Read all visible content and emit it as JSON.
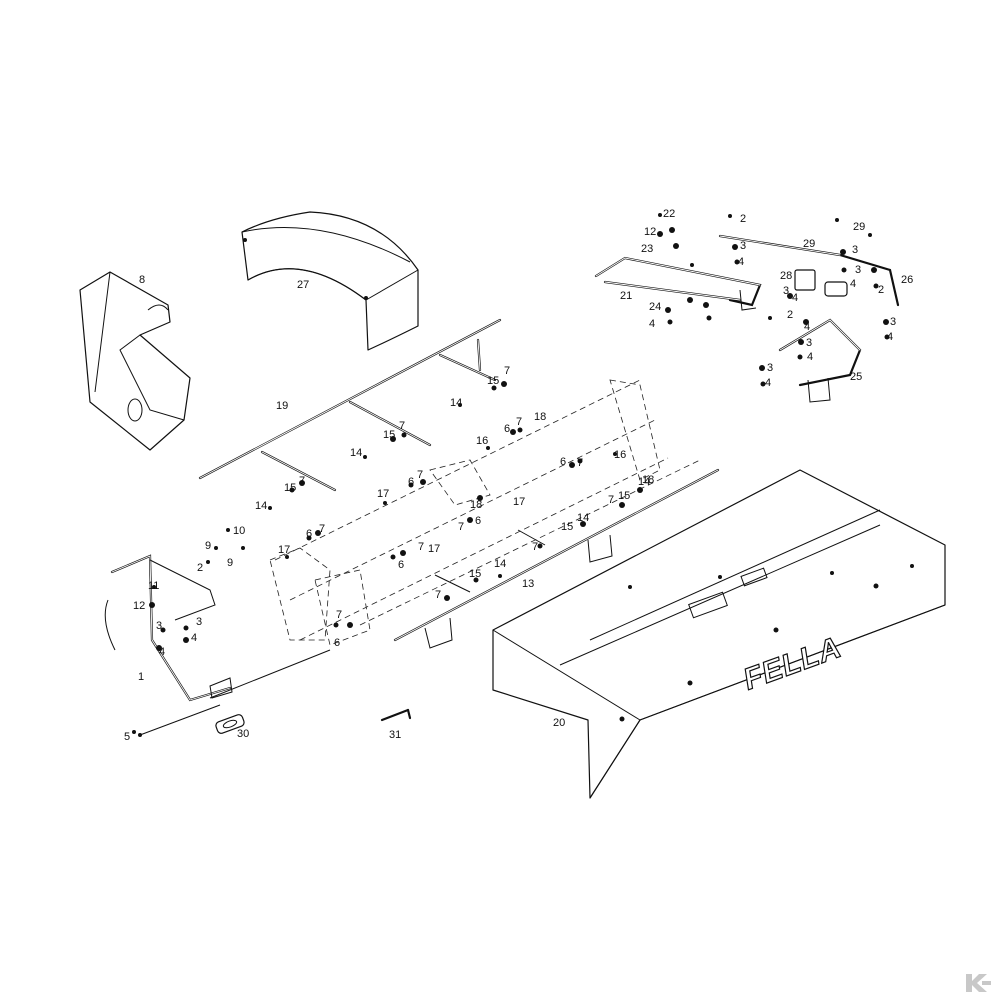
{
  "diagram": {
    "brand_text": "FELLA",
    "labels": [
      "1",
      "2",
      "3",
      "4",
      "5",
      "6",
      "7",
      "8",
      "9",
      "10",
      "11",
      "12",
      "13",
      "14",
      "15",
      "16",
      "17",
      "18",
      "19",
      "20",
      "21",
      "22",
      "23",
      "24",
      "25",
      "26",
      "27",
      "28",
      "29",
      "30",
      "31"
    ]
  },
  "watermark": {
    "icon": "kramp-k-logo-icon",
    "color": "#c8c8c8"
  }
}
